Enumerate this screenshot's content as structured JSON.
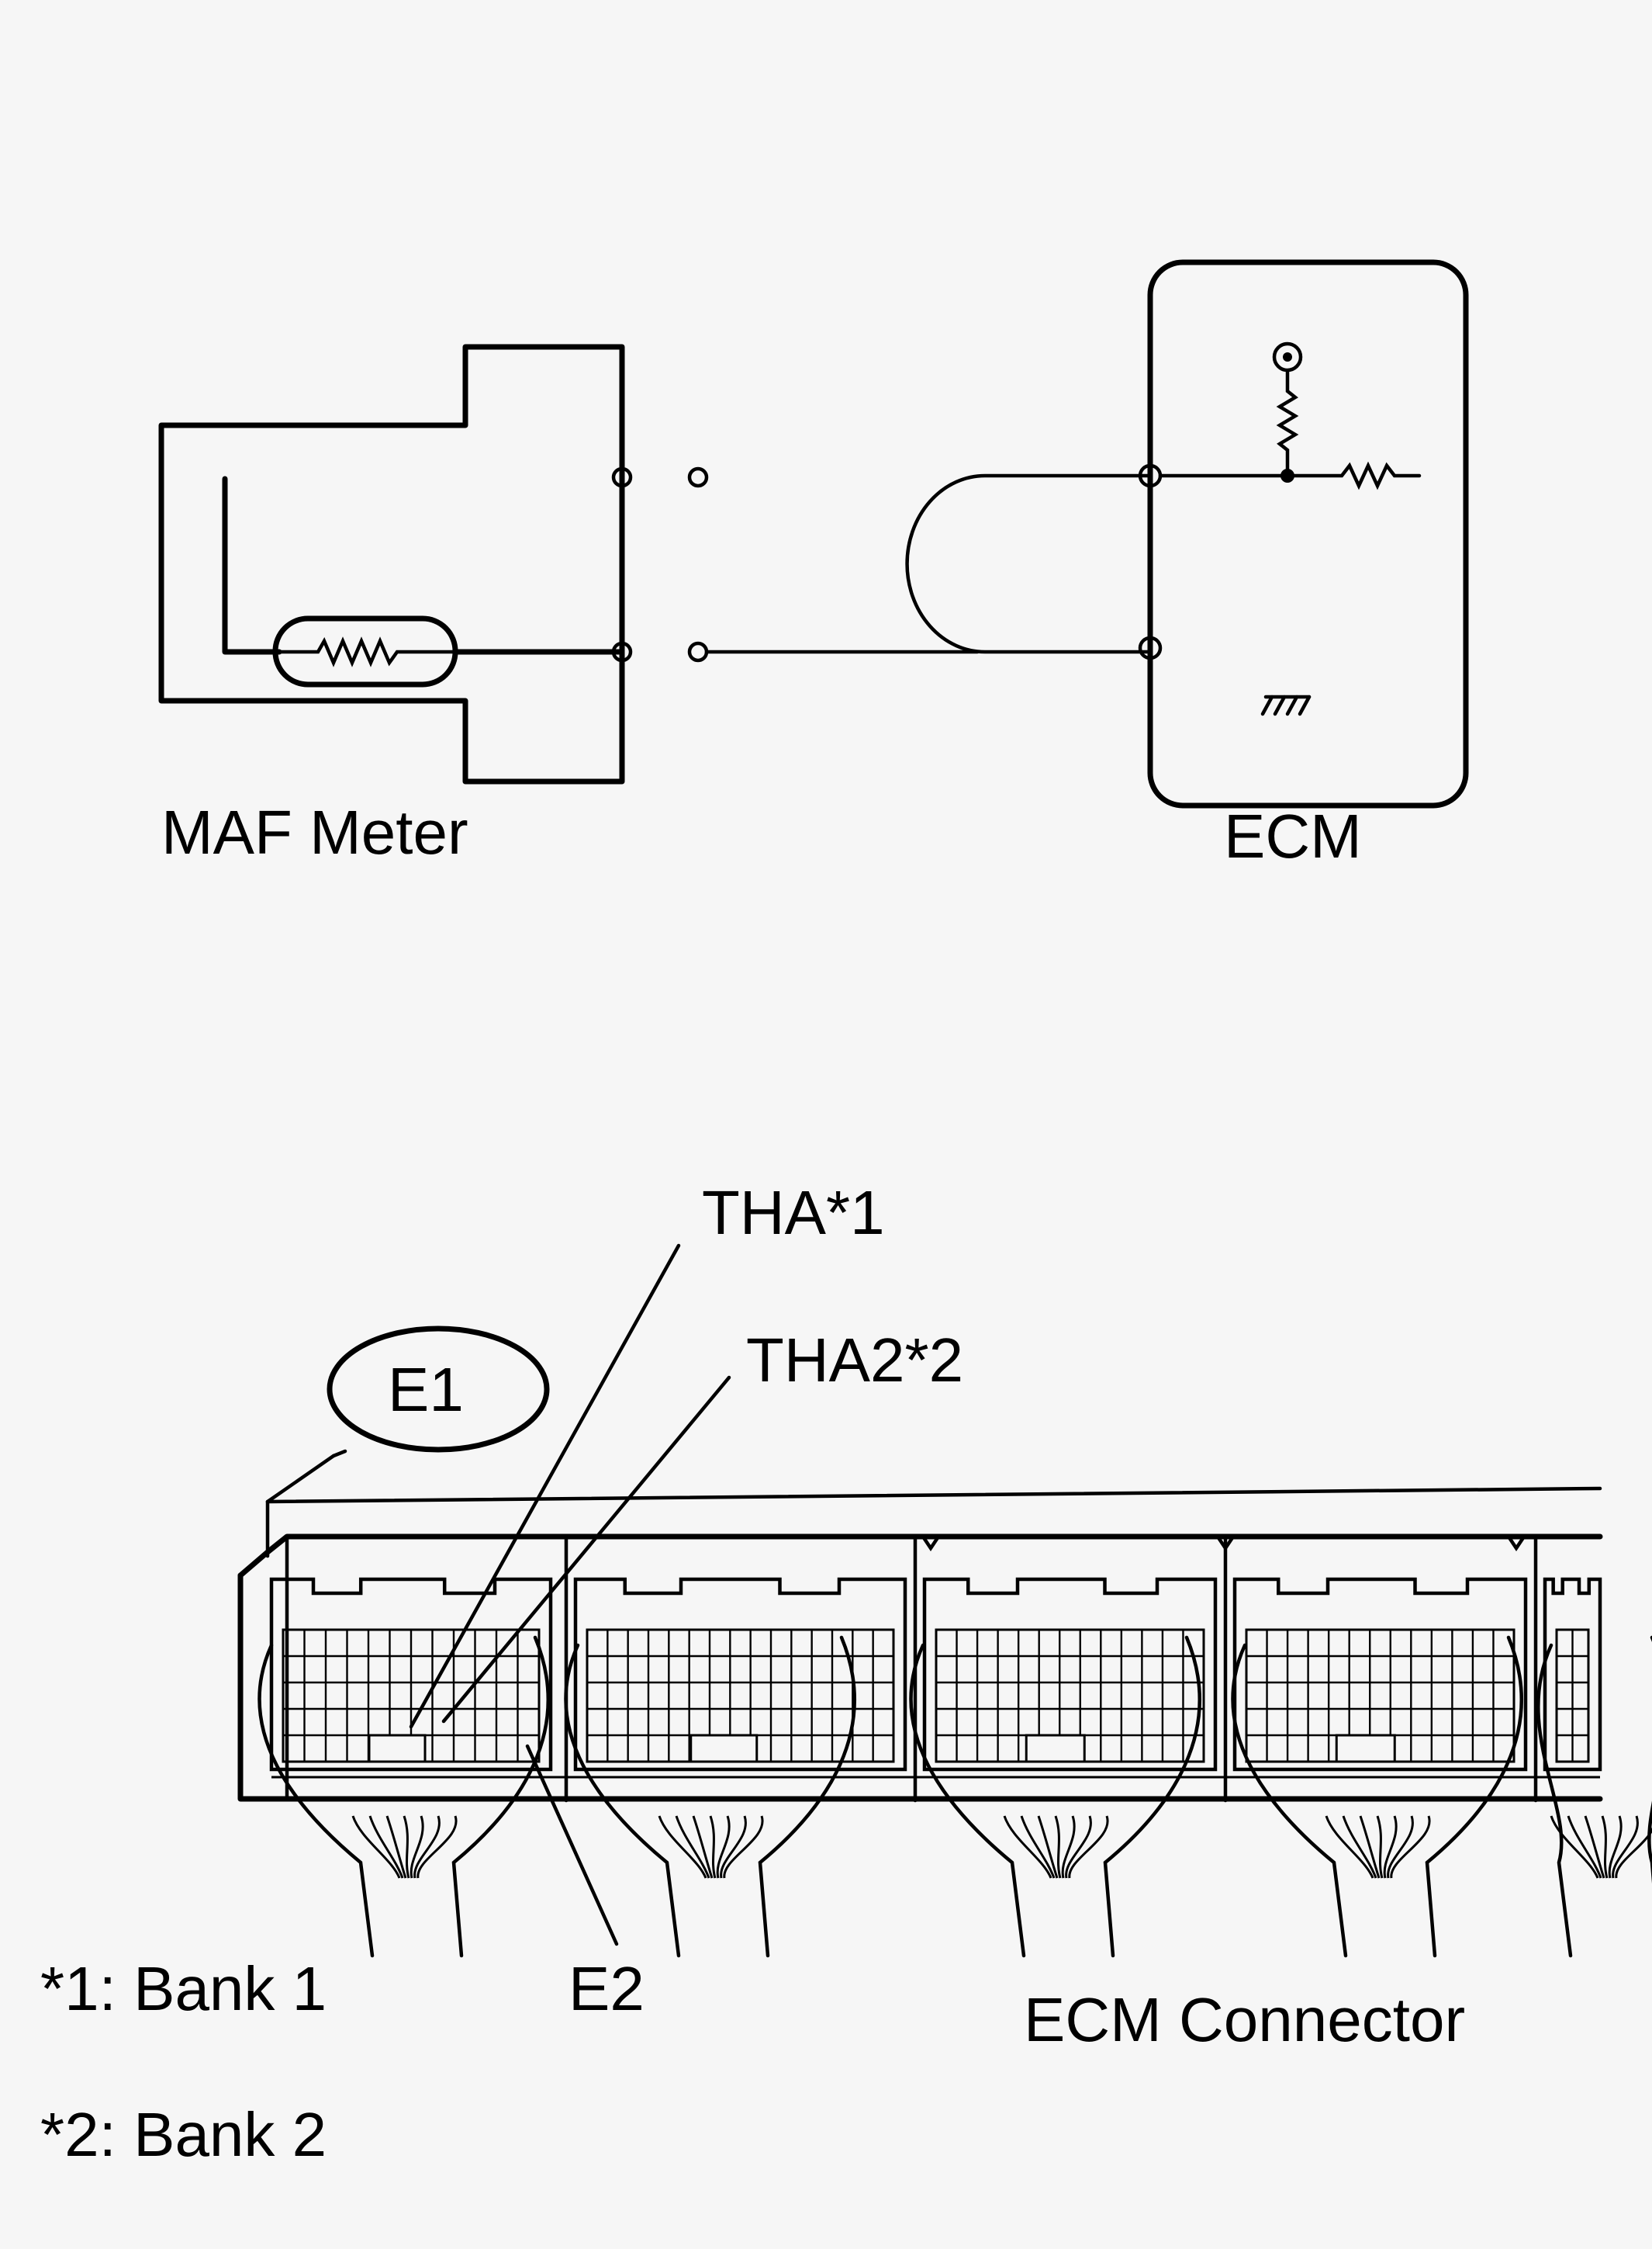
{
  "labels": {
    "maf_meter": "MAF Meter",
    "ecm": "ECM",
    "tha1": "THA*1",
    "tha2": "THA2*2",
    "e1": "E1",
    "e2": "E2",
    "ecm_connector": "ECM Connector"
  },
  "notes": [
    "*1: Bank 1",
    "*2: Bank 2"
  ]
}
